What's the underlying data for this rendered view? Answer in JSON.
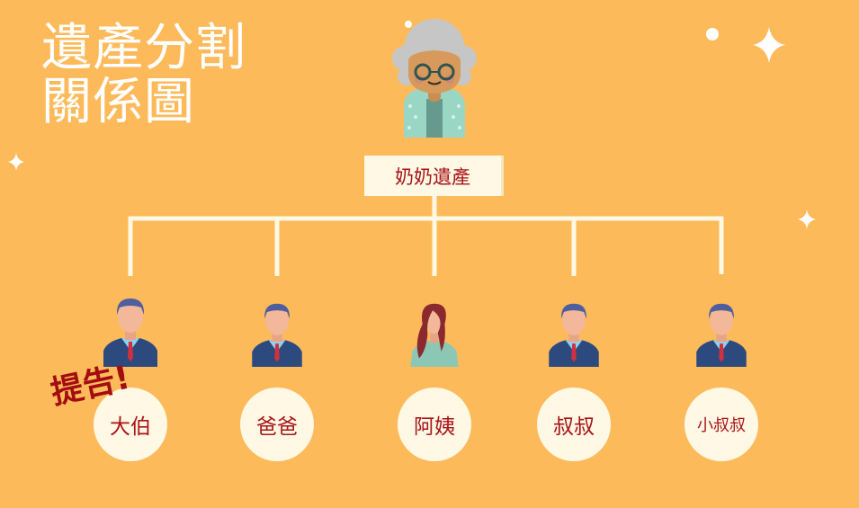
{
  "title": {
    "line1": "遺產分割",
    "line2": "關係圖"
  },
  "root": {
    "label": "奶奶遺產"
  },
  "heirs": [
    {
      "label": "大伯",
      "figure": "man"
    },
    {
      "label": "爸爸",
      "figure": "man"
    },
    {
      "label": "阿姨",
      "figure": "woman"
    },
    {
      "label": "叔叔",
      "figure": "man"
    },
    {
      "label": "小叔叔",
      "figure": "man"
    }
  ],
  "annotation": {
    "text": "提告!"
  },
  "colors": {
    "background": "#FDBA5A",
    "cream": "#FEF8E4",
    "text_red": "#A8141A"
  }
}
